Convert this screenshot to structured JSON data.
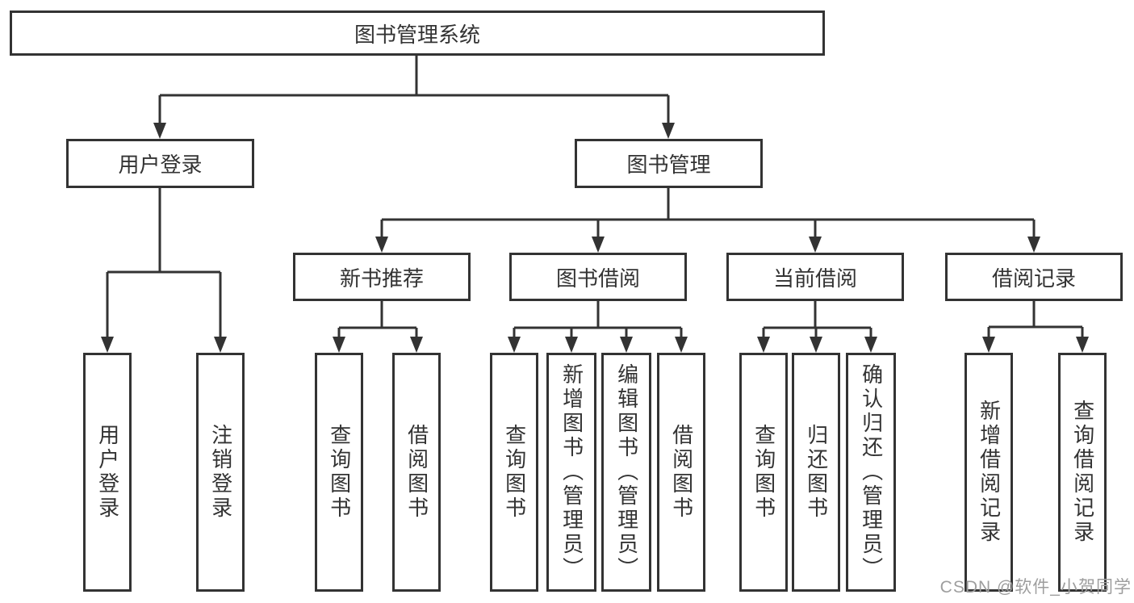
{
  "title": "图书管理系统",
  "nodes": {
    "user_login": "用户登录",
    "book_mgmt": "图书管理",
    "new_book_rec": "新书推荐",
    "book_borrow": "图书借阅",
    "current_borrow": "当前借阅",
    "borrow_records": "借阅记录",
    "login_leaves": [
      "用户登录",
      "注销登录"
    ],
    "new_book_leaves": [
      "查询图书",
      "借阅图书"
    ],
    "book_borrow_leaves": [
      "查询图书",
      "新增图书（管理员）",
      "编辑图书（管理员）",
      "借阅图书"
    ],
    "current_borrow_leaves": [
      "查询图书",
      "归还图书",
      "确认归还（管理员）"
    ],
    "borrow_record_leaves": [
      "新增借阅记录",
      "查询借阅记录"
    ]
  },
  "colors": {
    "line": "#333333",
    "box_border": "#333333",
    "text": "#333333",
    "background": "#ffffff",
    "watermark": "#9e9e9e"
  },
  "watermark": {
    "text": "CSDN @软件_小贺同学"
  }
}
